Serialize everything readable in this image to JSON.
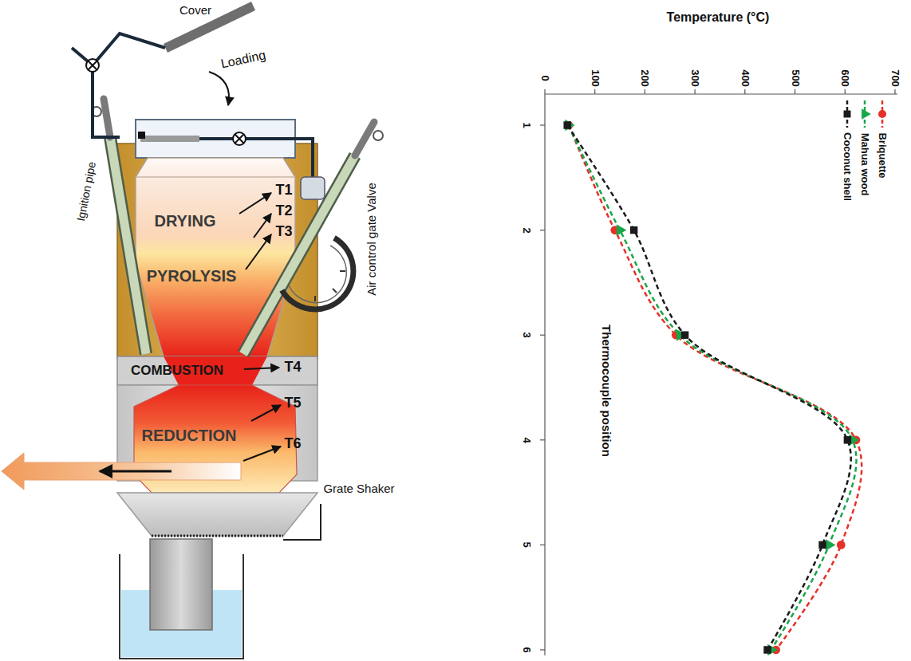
{
  "diagram": {
    "nodes": [
      {
        "text": [
          "DRYING"
        ]
      },
      {
        "text": [
          "PYROLYSIS"
        ]
      },
      {
        "text": [
          "COMBUSTION"
        ]
      },
      {
        "text": [
          "REDUCTION"
        ]
      }
    ],
    "labels": [
      "Cover",
      "Loading",
      "Ignition pipe",
      "T1",
      "T2",
      "T3",
      "T4",
      "T5",
      "T6",
      "Air control gate Valve",
      "Grate Shaker",
      "Temperature (°C)",
      "0",
      "100",
      "200",
      "300",
      "400",
      "500",
      "600",
      "700",
      "Thermocouple position",
      "1",
      "2",
      "3",
      "4",
      "5",
      "6"
    ],
    "legend": [
      {
        "text": "Briquette"
      },
      {
        "text": "Mahua wood"
      },
      {
        "text": "Coconut shell"
      }
    ]
  }
}
